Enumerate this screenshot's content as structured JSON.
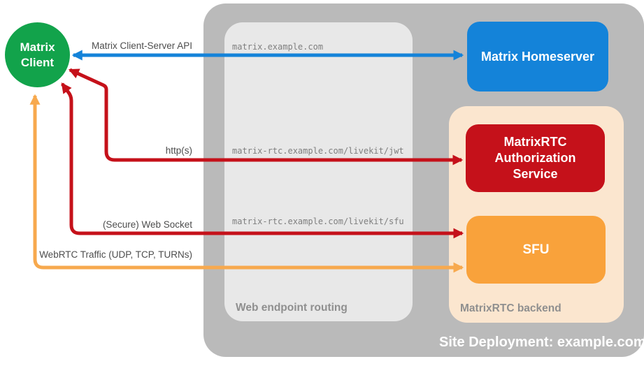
{
  "site": {
    "title": "Site Deployment: example.com",
    "bg": "#bababa"
  },
  "client": {
    "label": "Matrix Client",
    "color": "#12a34b"
  },
  "routing": {
    "label": "Web endpoint routing",
    "bg": "#e8e8e8",
    "endpoints": [
      "matrix.example.com",
      "matrix-rtc.example.com/livekit/jwt",
      "matrix-rtc.example.com/livekit/sfu"
    ]
  },
  "backend": {
    "label": "MatrixRTC backend",
    "bg": "#fbe6cf"
  },
  "nodes": {
    "homeserver": {
      "label": "Matrix Homeserver",
      "color": "#1483d9"
    },
    "auth": {
      "label": "MatrixRTC Authorization Service",
      "color": "#c5111a"
    },
    "sfu": {
      "label": "SFU",
      "color": "#f9a23b"
    }
  },
  "connections": {
    "cs_api": {
      "label": "Matrix Client-Server API",
      "color": "#1483d9"
    },
    "http": {
      "label": "http(s)",
      "color": "#c5111a"
    },
    "ws": {
      "label": "(Secure) Web Socket",
      "color": "#c5111a"
    },
    "webrtc": {
      "label": "WebRTC Traffic (UDP, TCP, TURNs)",
      "color": "#f7a94e"
    }
  }
}
